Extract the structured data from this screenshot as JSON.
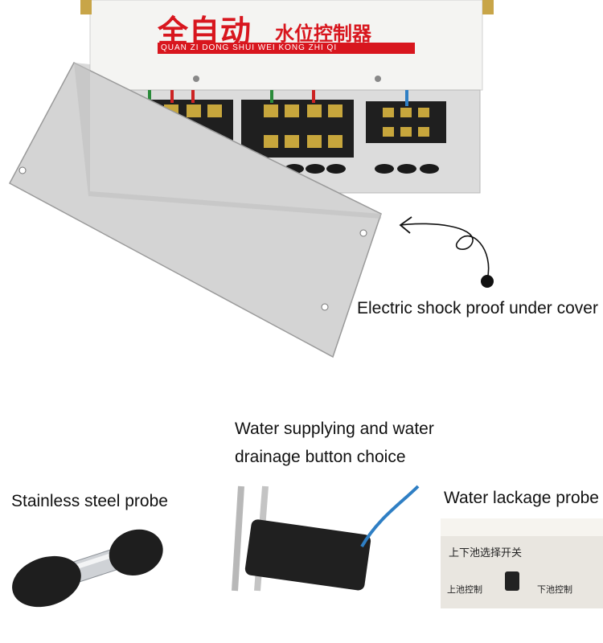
{
  "device": {
    "title_large": "全自动",
    "title_small": "水位控制器",
    "subtitle": "QUAN ZI DONG SHUI WEI KONG ZHI QI"
  },
  "captions": {
    "shock_proof": "Electric shock proof under cover",
    "supply_line1": "Water supplying and water",
    "supply_line2": "drainage button choice",
    "stainless": "Stainless steel probe",
    "leakage": "Water lackage probe"
  },
  "leak_panel": {
    "header": "上下池选择开关",
    "left_label": "上池控制",
    "right_label": "下池控制"
  },
  "colors": {
    "brand_red": "#d8161e",
    "box_white": "#f2f2f0",
    "metal": "#c9c9c9",
    "terminal_black": "#1f1f1f",
    "cable_blue": "#2f7fc4"
  }
}
